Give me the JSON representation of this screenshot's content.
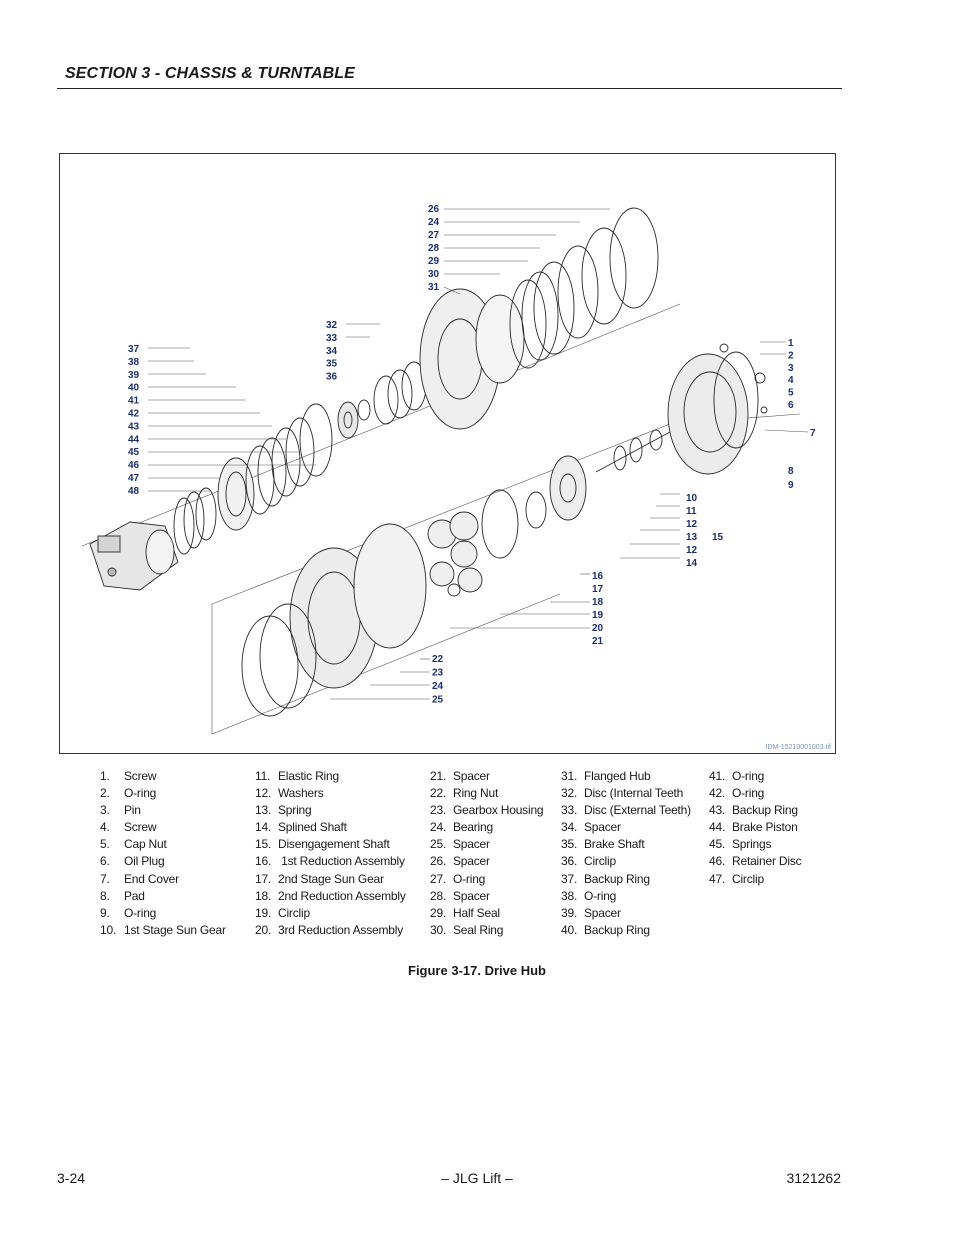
{
  "header": {
    "section_title": "SECTION 3 - CHASSIS & TURNTABLE"
  },
  "figure": {
    "caption": "Figure 3-17.  Drive Hub",
    "drawing_id": "IDM-15210001003.tif",
    "callouts": {
      "left_group": [
        "37",
        "38",
        "39",
        "40",
        "41",
        "42",
        "43",
        "44",
        "45",
        "46",
        "47",
        "48"
      ],
      "top_left_group": [
        "32",
        "33",
        "34",
        "35",
        "36"
      ],
      "top_group": [
        "26",
        "24",
        "27",
        "28",
        "29",
        "30",
        "31"
      ],
      "right_group": [
        "1",
        "2",
        "3",
        "4",
        "5",
        "6",
        "7",
        "8",
        "9"
      ],
      "sun_gear_group": [
        "10",
        "11",
        "12",
        "13",
        "12",
        "14"
      ],
      "sun_gear_ref": "15",
      "reduction_group": [
        "16",
        "17",
        "18",
        "19",
        "20",
        "21"
      ],
      "housing_group": [
        "22",
        "23",
        "24",
        "25"
      ]
    },
    "parts_columns": [
      [
        {
          "num": "1.",
          "name": "Screw"
        },
        {
          "num": "2.",
          "name": "O-ring"
        },
        {
          "num": "3.",
          "name": "Pin"
        },
        {
          "num": "4.",
          "name": "Screw"
        },
        {
          "num": "5.",
          "name": "Cap Nut"
        },
        {
          "num": "6.",
          "name": "Oil Plug"
        },
        {
          "num": "7.",
          "name": "End Cover"
        },
        {
          "num": "8.",
          "name": "Pad"
        },
        {
          "num": "9.",
          "name": "O-ring"
        },
        {
          "num": "10.",
          "name": "1st Stage Sun Gear"
        }
      ],
      [
        {
          "num": "11.",
          "name": "Elastic Ring"
        },
        {
          "num": "12.",
          "name": "Washers"
        },
        {
          "num": "13.",
          "name": "Spring"
        },
        {
          "num": "14.",
          "name": "Splined Shaft"
        },
        {
          "num": "15.",
          "name": "Disengagement Shaft"
        },
        {
          "num": "16.",
          "name": " 1st Reduction Assembly"
        },
        {
          "num": "17.",
          "name": "2nd Stage Sun Gear"
        },
        {
          "num": "18.",
          "name": "2nd Reduction Assembly"
        },
        {
          "num": "19.",
          "name": "Circlip"
        },
        {
          "num": "20.",
          "name": "3rd Reduction Assembly"
        }
      ],
      [
        {
          "num": "21.",
          "name": "Spacer"
        },
        {
          "num": "22.",
          "name": "Ring Nut"
        },
        {
          "num": "23.",
          "name": "Gearbox Housing"
        },
        {
          "num": "24.",
          "name": "Bearing"
        },
        {
          "num": "25.",
          "name": "Spacer"
        },
        {
          "num": "26.",
          "name": "Spacer"
        },
        {
          "num": "27.",
          "name": "O-ring"
        },
        {
          "num": "28.",
          "name": "Spacer"
        },
        {
          "num": "29.",
          "name": "Half Seal"
        },
        {
          "num": "30.",
          "name": "Seal Ring"
        }
      ],
      [
        {
          "num": "31.",
          "name": "Flanged Hub"
        },
        {
          "num": "32.",
          "name": "Disc (Internal Teeth"
        },
        {
          "num": "33.",
          "name": "Disc (External Teeth)"
        },
        {
          "num": "34.",
          "name": "Spacer"
        },
        {
          "num": "35.",
          "name": "Brake Shaft"
        },
        {
          "num": "36.",
          "name": "Circlip"
        },
        {
          "num": "37.",
          "name": "Backup Ring"
        },
        {
          "num": "38.",
          "name": "O-ring"
        },
        {
          "num": "39.",
          "name": "Spacer"
        },
        {
          "num": "40.",
          "name": "Backup Ring"
        }
      ],
      [
        {
          "num": "41.",
          "name": "O-ring"
        },
        {
          "num": "42.",
          "name": "O-ring"
        },
        {
          "num": "43.",
          "name": "Backup Ring"
        },
        {
          "num": "44.",
          "name": "Brake Piston"
        },
        {
          "num": "45.",
          "name": "Springs"
        },
        {
          "num": "46.",
          "name": "Retainer Disc"
        },
        {
          "num": "47.",
          "name": "Circlip"
        }
      ]
    ]
  },
  "footer": {
    "page_number": "3-24",
    "center_text": "– JLG Lift –",
    "doc_number": "3121262"
  }
}
